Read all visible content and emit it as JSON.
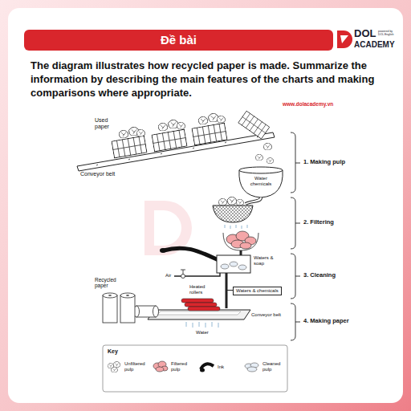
{
  "diagram": {
    "title": "Đề bài",
    "nodes": [
      {
        "text": [
          "Waters & chemicals"
        ]
      }
    ],
    "labels": [
      "DOL",
      "powered by DOL English",
      "ACADEMY",
      "The diagram illustrates how recycled paper is made. Summarize the information by describing the main features of the charts and making comparisons where appropriate.",
      "www.dolacademy.vn",
      "Used paper",
      "Conveyor belt",
      "Water chemicals",
      "1. Making pulp",
      "2. Filtering",
      "Waters & soap",
      "Air",
      "3. Cleaning",
      "Heated rollers",
      "Recycled paper",
      "Conveyor belt",
      "Water",
      "4. Making paper",
      "Key"
    ],
    "legend": [
      {
        "text": "Unfiltered pulp"
      },
      {
        "text": "Filtered pulp"
      },
      {
        "text": "Ink"
      },
      {
        "text": "Cleaned pulp"
      }
    ]
  }
}
